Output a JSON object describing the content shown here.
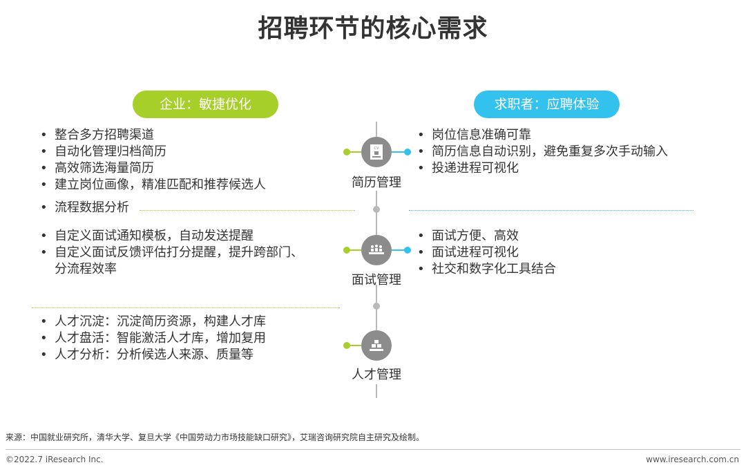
{
  "title": "招聘环节的核心需求",
  "left_header": "企业：敏捷优化",
  "right_header": "求职者：应聘体验",
  "stages": [
    {
      "label": "简历管理",
      "icon": "cv-document-icon"
    },
    {
      "label": "面试管理",
      "icon": "meeting-table-icon"
    },
    {
      "label": "人才管理",
      "icon": "stacked-boxes-icon"
    }
  ],
  "left": {
    "resume": [
      "整合多方招聘渠道",
      "自动化管理归档简历",
      "高效筛选海量简历",
      "建立岗位画像，精准匹配和推荐候选人"
    ],
    "flow": "流程数据分析",
    "interview": [
      "自定义面试通知模板，自动发送提醒",
      "自定义面试反馈评估打分提醒，提升跨部门、",
      "分流程效率"
    ],
    "talent": [
      "人才沉淀：沉淀简历资源，构建人才库",
      "人才盘活：智能激活人才库，增加复用",
      "人才分析：分析候选人来源、质量等"
    ]
  },
  "right": {
    "resume": [
      "岗位信息准确可靠",
      "简历信息自动识别，避免重复多次手动输入",
      "投递进程可视化"
    ],
    "interview": [
      "面试方便、高效",
      "面试进程可视化",
      "社交和数字化工具结合"
    ]
  },
  "icon_caption": "CV",
  "source": "来源：中国就业研究所，清华大学、复旦大学《中国劳动力市场技能缺口研究》，艾瑞咨询研究院自主研究及绘制。",
  "copyright": "©2022.7 iResearch Inc.",
  "website": "www.iresearch.com.cn",
  "colors": {
    "green": "#a7cf29",
    "blue": "#33c1ee",
    "node": "#8c8c8c",
    "axis": "#b9b9b9"
  }
}
